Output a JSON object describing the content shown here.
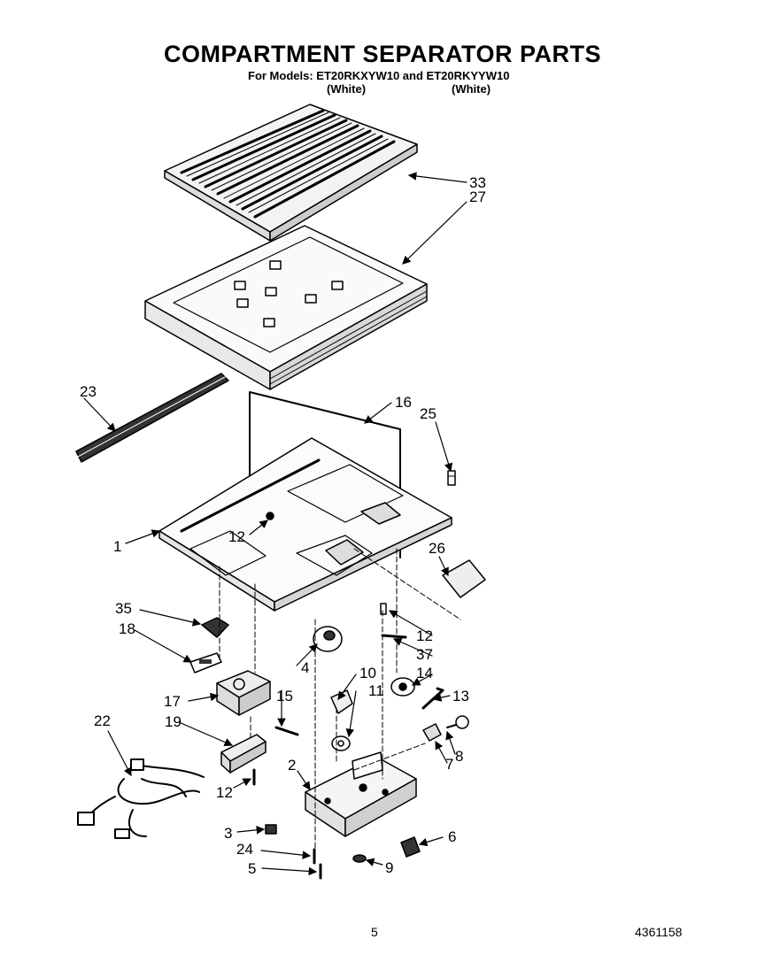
{
  "header": {
    "title": "COMPARTMENT SEPARATOR PARTS",
    "subtitle": "For Models: ET20RKXYW10 and ET20RKYYW10",
    "color_a": "(White)",
    "color_b": "(White)"
  },
  "callouts": {
    "c1": "1",
    "c2": "2",
    "c3": "3",
    "c4": "4",
    "c5": "5",
    "c6": "6",
    "c7": "7",
    "c8": "8",
    "c9": "9",
    "c10": "10",
    "c11": "11",
    "c12a": "12",
    "c12b": "12",
    "c12c": "12",
    "c13": "13",
    "c14": "14",
    "c15": "15",
    "c16": "16",
    "c17": "17",
    "c18": "18",
    "c19": "19",
    "c22": "22",
    "c23": "23",
    "c24": "24",
    "c25": "25",
    "c26": "26",
    "c27": "27",
    "c33": "33",
    "c35": "35",
    "c37": "37"
  },
  "footer": {
    "page_number": "5",
    "doc_number": "4361158"
  }
}
